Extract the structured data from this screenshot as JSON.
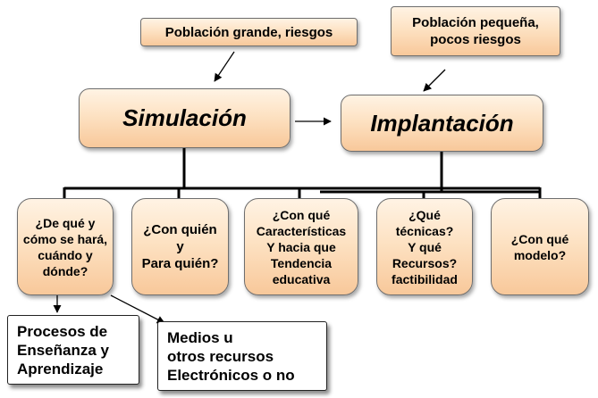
{
  "notes": {
    "left": "Población grande, riesgos",
    "right": "Población pequeña,\npocos riesgos"
  },
  "main": {
    "simulation": "Simulación",
    "implementation": "Implantación"
  },
  "questions": [
    "¿De qué y\ncómo se hará,\ncuándo y\ndónde?",
    "¿Con quién\ny\nPara quién?",
    "¿Con qué\nCaracterísticas\nY hacia que\nTendencia\neducativa",
    "¿Qué\ntécnicas?\nY qué\nRecursos?\nfactibilidad",
    "¿Con qué\nmodelo?"
  ],
  "outcomes": {
    "processes": "Procesos de\nEnseñanza y\nAprendizaje",
    "media": "Medios u\notros recursos\nElectrónicos o no"
  }
}
